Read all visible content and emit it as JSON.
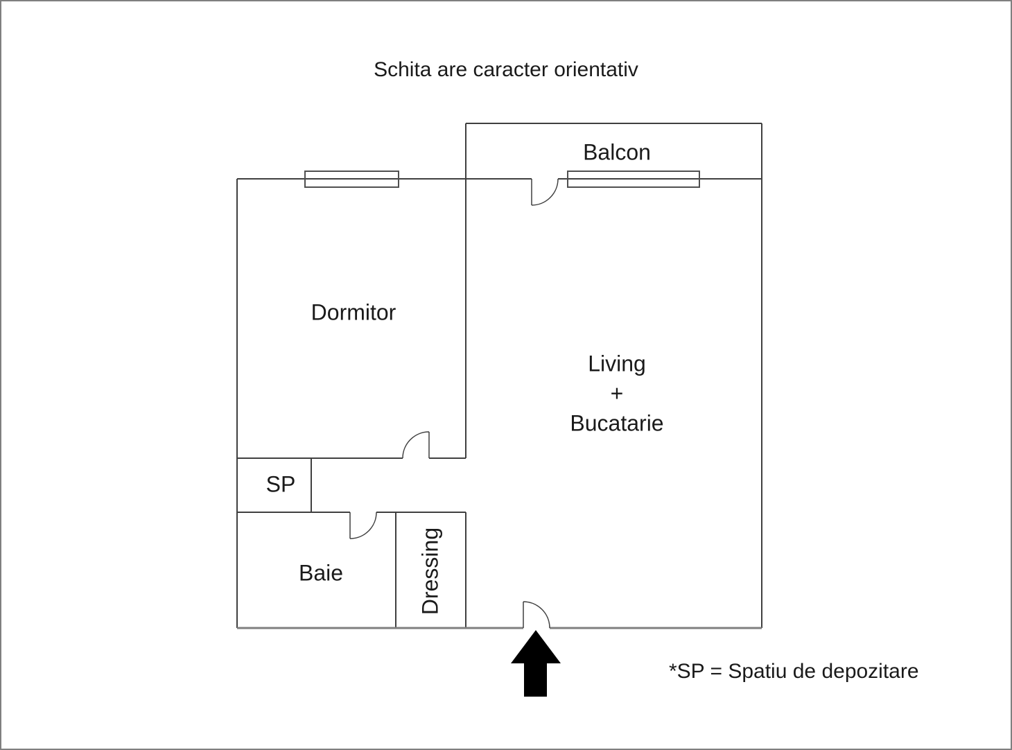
{
  "title": "Schita are caracter orientativ",
  "rooms": {
    "balcony": {
      "label": "Balcon"
    },
    "bedroom": {
      "label": "Dormitor"
    },
    "living": {
      "line1": "Living",
      "line2": "+",
      "line3": "Bucatarie"
    },
    "storage": {
      "label": "SP"
    },
    "bathroom": {
      "label": "Baie"
    },
    "dressing": {
      "label": "Dressing"
    }
  },
  "footnote": "*SP = Spatiu de depozitare",
  "icons": {
    "entrance_arrow": "up-arrow"
  },
  "colors": {
    "wall": "#3f3f3f",
    "outer_wall": "#7f7f7f",
    "window_frame": "#4f4f4f",
    "text": "#1a1a1a",
    "background": "#ffffff",
    "arrow": "#000000"
  }
}
